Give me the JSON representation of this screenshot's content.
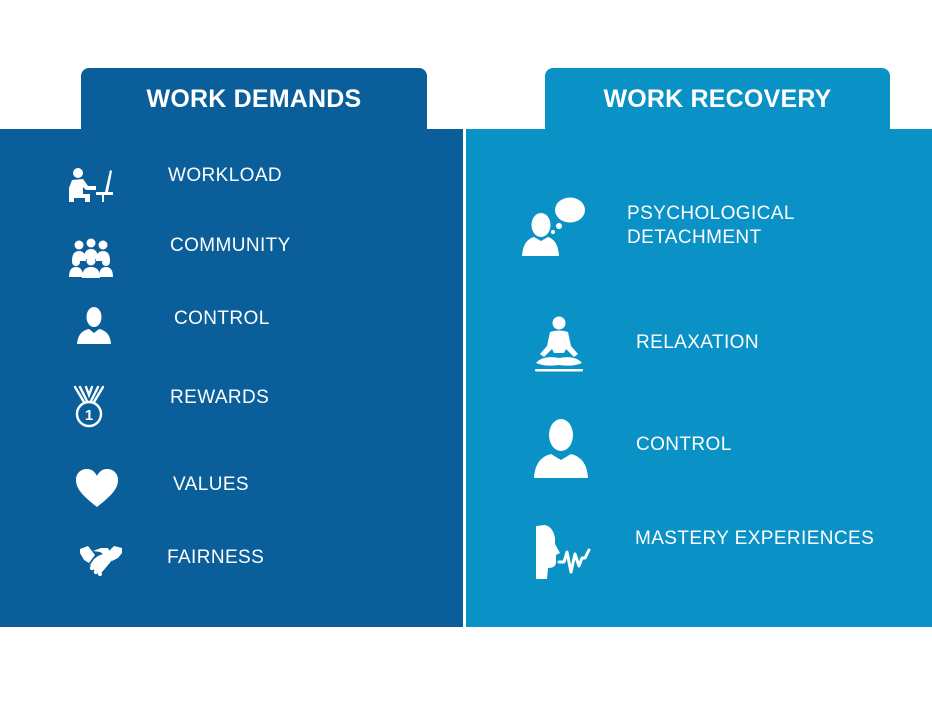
{
  "demands": {
    "title": "WORK DEMANDS",
    "items": [
      {
        "label": "WORKLOAD",
        "icon": "workload-icon"
      },
      {
        "label": "COMMUNITY",
        "icon": "community-icon"
      },
      {
        "label": "CONTROL",
        "icon": "person-icon"
      },
      {
        "label": "REWARDS",
        "icon": "medal-icon"
      },
      {
        "label": "VALUES",
        "icon": "heart-icon"
      },
      {
        "label": "FAIRNESS",
        "icon": "handshake-icon"
      }
    ]
  },
  "recovery": {
    "title": "WORK RECOVERY",
    "items": [
      {
        "label": "PSYCHOLOGICAL",
        "label2": "DETACHMENT",
        "icon": "thinking-head-icon"
      },
      {
        "label": "RELAXATION",
        "icon": "meditation-icon"
      },
      {
        "label": "CONTROL",
        "icon": "person-icon"
      },
      {
        "label": "MASTERY EXPERIENCES",
        "icon": "voice-profile-icon"
      }
    ]
  },
  "colors": {
    "demands_bg": "#0a5f9b",
    "recovery_bg": "#0a92c7",
    "text": "#ffffff"
  }
}
